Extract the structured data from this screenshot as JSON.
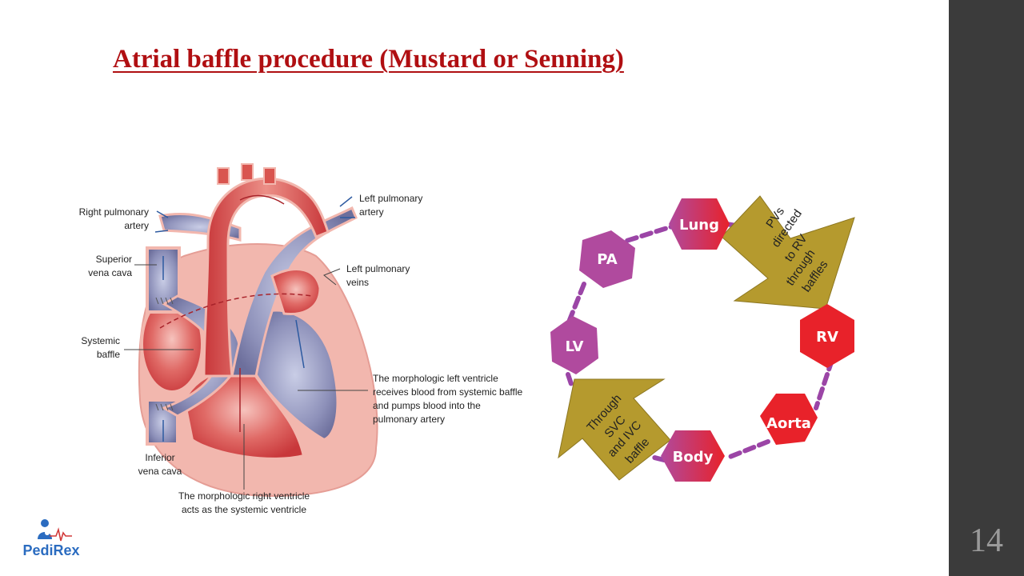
{
  "slide": {
    "title": "Atrial baffle procedure (Mustard or Senning)",
    "page_number": "14",
    "logo_text": "PediRex"
  },
  "heart_diagram": {
    "labels": {
      "right_pulmonary_artery": [
        "Right pulmonary",
        "artery"
      ],
      "superior_vena_cava": [
        "Superior",
        "vena cava"
      ],
      "systemic_baffle": [
        "Systemic",
        "baffle"
      ],
      "inferior_vena_cava": [
        "Inferior",
        "vena cava"
      ],
      "left_pulmonary_artery": [
        "Left pulmonary",
        "artery"
      ],
      "left_pulmonary_veins": [
        "Left pulmonary",
        "veins"
      ],
      "morphologic_left_ventricle": [
        "The morphologic left ventricle",
        "receives blood from systemic baffle",
        "and pumps blood into the",
        "pulmonary artery"
      ],
      "morphologic_right_ventricle": [
        "The morphologic right ventricle",
        "acts as the systemic ventricle"
      ]
    }
  },
  "circulation_cycle": {
    "nodes": [
      {
        "id": "lung",
        "label": "Lung",
        "color": "gradient"
      },
      {
        "id": "rv",
        "label": "RV",
        "color": "#e8222a"
      },
      {
        "id": "aorta",
        "label": "Aorta",
        "color": "#e8222a"
      },
      {
        "id": "body",
        "label": "Body",
        "color": "gradient"
      },
      {
        "id": "lv",
        "label": "LV",
        "color": "#b04a9e"
      },
      {
        "id": "pa",
        "label": "PA",
        "color": "#b04a9e"
      }
    ],
    "arrows": [
      {
        "id": "pv-arrow",
        "lines": [
          "PVs",
          "directed",
          "to RV",
          "through",
          "baffles"
        ]
      },
      {
        "id": "svc-ivc-arrow",
        "lines": [
          "Through",
          "SVC",
          "and IVC",
          "baffle"
        ]
      }
    ],
    "colors": {
      "purple": "#b04a9e",
      "red": "#e8222a",
      "arrow_fill": "#b59a2e",
      "dash": "#9b45a6"
    }
  }
}
